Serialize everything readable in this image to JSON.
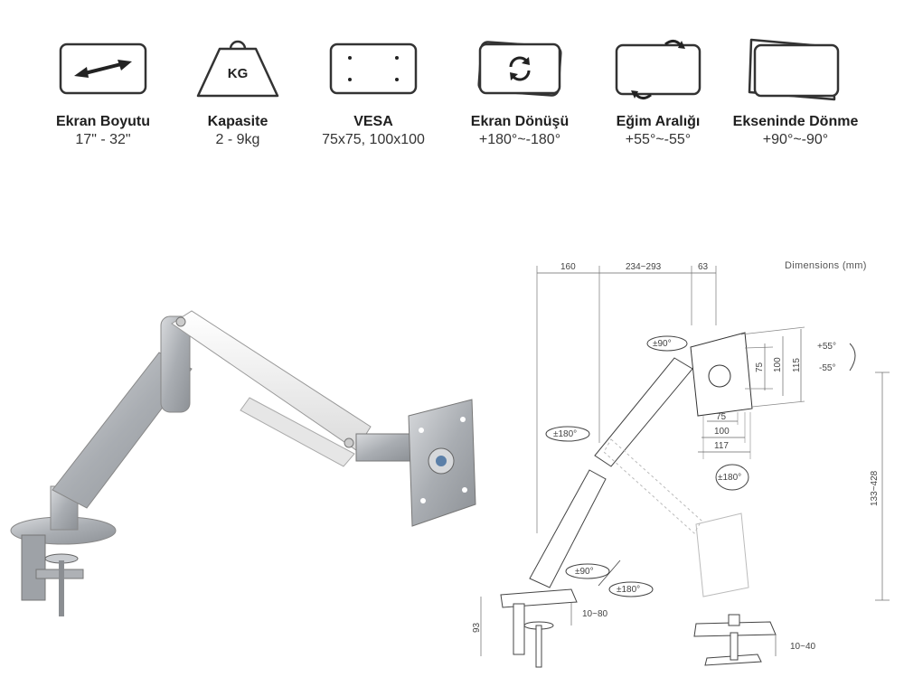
{
  "specs": [
    {
      "icon": "double-arrow-icon",
      "title": "Ekran Boyutu",
      "value": "17\" - 32\""
    },
    {
      "icon": "weight-kg-icon",
      "title": "Kapasite",
      "value": "2 - 9kg",
      "icon_text": "KG"
    },
    {
      "icon": "vesa-pattern-icon",
      "title": "VESA",
      "value": "75x75, 100x100"
    },
    {
      "icon": "screen-rotate-icon",
      "title": "Ekran Dönüşü",
      "value": "+180°~-180°"
    },
    {
      "icon": "tilt-icon",
      "title": "Eğim Aralığı",
      "value": "+55°~-55°"
    },
    {
      "icon": "swivel-icon",
      "title": "Ekseninde Dönme",
      "value": "+90°~-90°"
    }
  ],
  "diagram": {
    "heading": "Dimensions (mm)",
    "top_dims": [
      "160",
      "234~293",
      "63"
    ],
    "vesa_dims": [
      "75",
      "100",
      "115",
      "75",
      "100",
      "117"
    ],
    "tilt_up": "+55°",
    "tilt_down": "-55°",
    "swivel_top": "±90°",
    "rotate_left": "±180°",
    "rotate_bottom": "±180°",
    "base_swivel": "±90°",
    "base_rotate": "±180°",
    "height_range": "133~428",
    "clamp_height": "93",
    "clamp_thickness": "10~80",
    "grommet_thickness": "10~40"
  },
  "colors": {
    "icon_stroke": "#333333",
    "arm_silver": "#b8bbbf",
    "arm_white": "#f2f2f2",
    "line": "#555555"
  }
}
